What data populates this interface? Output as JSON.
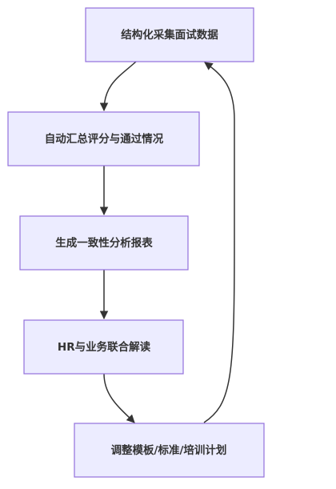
{
  "diagram": {
    "nodes": [
      {
        "id": "n1",
        "label": "结构化采集面试数据"
      },
      {
        "id": "n2",
        "label": "自动汇总评分与通过情况"
      },
      {
        "id": "n3",
        "label": "生成一致性分析报表"
      },
      {
        "id": "n4",
        "label": "HR与业务联合解读"
      },
      {
        "id": "n5",
        "label": "调整模板/标准/培训计划"
      }
    ],
    "edges": [
      {
        "from": "n1",
        "to": "n2"
      },
      {
        "from": "n2",
        "to": "n3"
      },
      {
        "from": "n3",
        "to": "n4"
      },
      {
        "from": "n4",
        "to": "n5"
      },
      {
        "from": "n5",
        "to": "n1"
      }
    ],
    "colors": {
      "node_fill": "#ECECFF",
      "node_stroke": "#9370DB",
      "edge": "#333333",
      "text": "#333333"
    }
  }
}
